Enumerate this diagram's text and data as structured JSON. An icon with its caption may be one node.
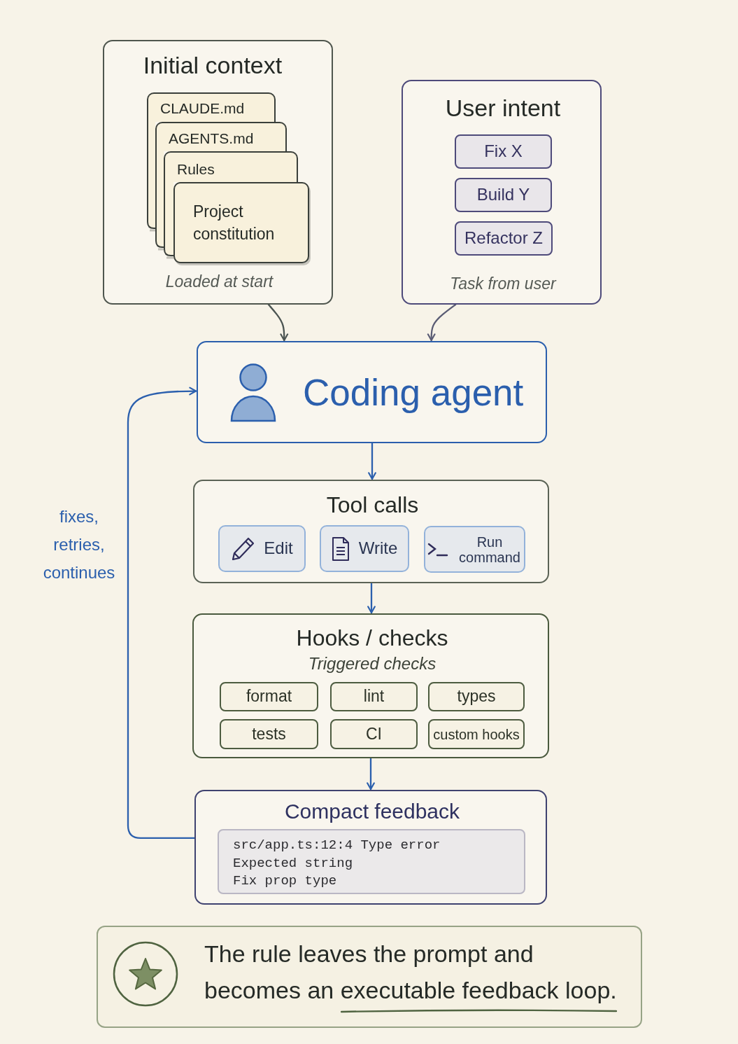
{
  "diagram": {
    "nodes": [
      {
        "text": [
          "Initial context",
          "Loaded at start"
        ]
      },
      {
        "text": [
          "CLAUDE.md"
        ],
        "in": 0
      },
      {
        "text": [
          "AGENTS.md"
        ],
        "in": 0
      },
      {
        "text": [
          "Rules"
        ],
        "in": 0
      },
      {
        "text": [
          "Project constitution"
        ],
        "in": 0
      },
      {
        "text": [
          "User intent",
          "Task from user"
        ]
      },
      {
        "text": [
          "Fix X"
        ],
        "in": 5
      },
      {
        "text": [
          "Build Y"
        ],
        "in": 5
      },
      {
        "text": [
          "Refactor Z"
        ],
        "in": 5
      },
      {
        "text": [
          "Coding agent"
        ]
      },
      {
        "text": [
          "Tool calls"
        ]
      },
      {
        "text": [
          "Edit"
        ],
        "in": 10
      },
      {
        "text": [
          "Write"
        ],
        "in": 10
      },
      {
        "text": [
          "Run command"
        ],
        "in": 10
      },
      {
        "text": [
          "Hooks / checks",
          "Triggered checks"
        ]
      },
      {
        "text": [
          "format"
        ],
        "in": 14
      },
      {
        "text": [
          "lint"
        ],
        "in": 14
      },
      {
        "text": [
          "types"
        ],
        "in": 14
      },
      {
        "text": [
          "tests"
        ],
        "in": 14
      },
      {
        "text": [
          "CI"
        ],
        "in": 14
      },
      {
        "text": [
          "custom hooks"
        ],
        "in": 14
      },
      {
        "text": [
          "Compact feedback"
        ]
      },
      {
        "text": [
          "src/app.ts:12:4 Type error",
          "Expected string",
          "Fix prop type"
        ],
        "in": 21
      },
      {
        "text": [
          "The rule leaves the prompt and becomes an executable feedback loop."
        ]
      }
    ],
    "edges": [
      {
        "from": 0,
        "to": 9,
        "arrow": "to",
        "color": "#4b5452"
      },
      {
        "from": 5,
        "to": 9,
        "arrow": "to",
        "color": "#5a5c74"
      },
      {
        "from": 9,
        "to": 10,
        "arrow": "to"
      },
      {
        "from": 10,
        "to": 14,
        "arrow": "to"
      },
      {
        "from": 14,
        "to": 21,
        "arrow": "to"
      },
      {
        "from": 21,
        "to": 9,
        "arrow": "to",
        "label": "fixes, retries, continues"
      }
    ]
  }
}
